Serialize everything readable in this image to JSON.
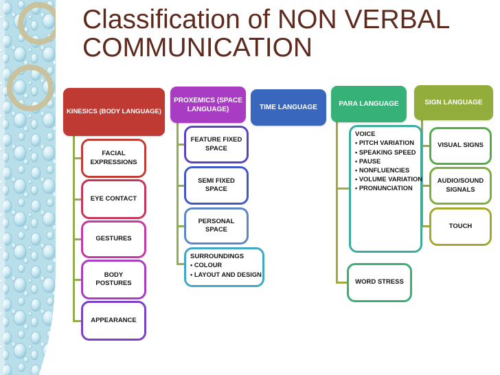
{
  "slide": {
    "title_line1": "Classification of NON VERBAL",
    "title_line2": "COMMUNICATION",
    "title_color": "#5E2A1E",
    "background_color": "#FFFFFF",
    "strip_texture_color": "#BCE0EA",
    "strip_ring_color": "#C9C099"
  },
  "diagram": {
    "connector_color": "#8FAE4C",
    "columns": [
      {
        "id": "kinesics",
        "header": "KINESICS (BODY LANGUAGE)",
        "header_color": "#BE3A33",
        "children": [
          {
            "label": "FACIAL EXPRESSIONS",
            "border_color": "#C33B33"
          },
          {
            "label": "EYE CONTACT",
            "border_color": "#C63559"
          },
          {
            "label": "GESTURES",
            "border_color": "#C238A6"
          },
          {
            "label": "BODY POSTURES",
            "border_color": "#AA3BC3"
          },
          {
            "label": "APPEARANCE",
            "border_color": "#7C3FC8"
          }
        ]
      },
      {
        "id": "proxemics",
        "header": "PROXEMICS (SPACE LANGUAGE)",
        "header_color": "#A83CC2",
        "children": [
          {
            "label": "FEATURE FIXED SPACE",
            "border_color": "#5A43BE"
          },
          {
            "label": "SEMI FIXED SPACE",
            "border_color": "#3F58C4"
          },
          {
            "label": "PERSONAL SPACE",
            "border_color": "#5C86C8"
          },
          {
            "label": "SURROUNDINGS",
            "bullets": [
              "• COLOUR",
              "• LAYOUT AND DESIGN"
            ],
            "border_color": "#3FA8C5"
          }
        ]
      },
      {
        "id": "time",
        "header": "TIME LANGUAGE",
        "header_color": "#3A67BE",
        "children": []
      },
      {
        "id": "para",
        "header": "PARA LANGUAGE",
        "header_color": "#36B177",
        "children": [
          {
            "label": "VOICE",
            "bullets": [
              "• PITCH VARIATION",
              "• SPEAKING SPEED",
              "• PAUSE",
              "• NONFLUENCIES",
              "• VOLUME VARIATION",
              "• PRONUNCIATION"
            ],
            "border_color": "#3AAC9E"
          },
          {
            "label": "WORD STRESS",
            "border_color": "#3CAE74"
          }
        ]
      },
      {
        "id": "sign",
        "header": "SIGN LANGUAGE",
        "header_color": "#93AD3D",
        "children": [
          {
            "label": "VISUAL SIGNS",
            "border_color": "#54AC49"
          },
          {
            "label": "AUDIO/SOUND SIGNALS",
            "border_color": "#7DAC3F"
          },
          {
            "label": "TOUCH",
            "border_color": "#A5A830"
          }
        ]
      }
    ]
  }
}
